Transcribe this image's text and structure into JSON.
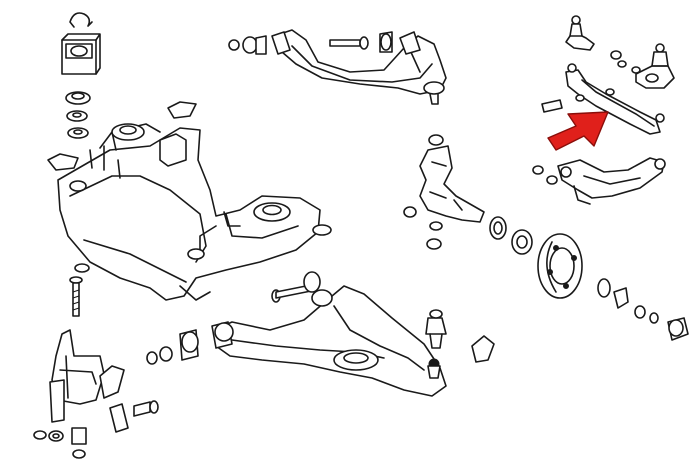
{
  "diagram": {
    "kind": "exploded-view",
    "subject": "front-suspension",
    "background": "#ffffff",
    "line_color": "#1a1a1a",
    "highlight": {
      "part": "tie-rod",
      "color": "#e0201b",
      "shape": "arrow"
    },
    "parts": [
      "subframe",
      "upper-control-arm",
      "lower-control-arm",
      "steering-knuckle",
      "wheel-hub",
      "brake-rotor",
      "tie-rod",
      "idler-arm",
      "bushing",
      "ball-joint",
      "bolt",
      "nut",
      "washer",
      "bump-stop",
      "bracket"
    ]
  }
}
